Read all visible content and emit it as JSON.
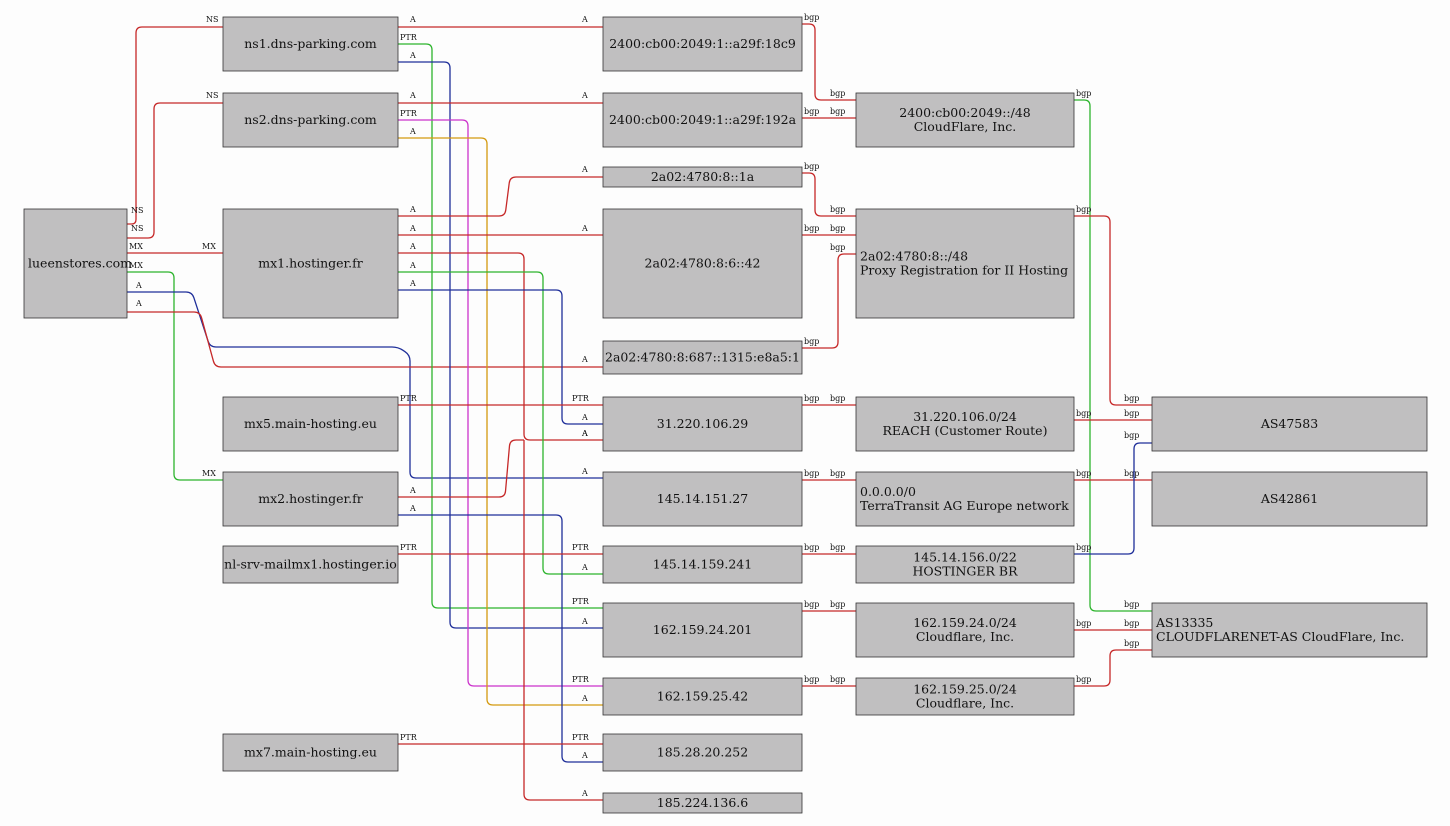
{
  "colors": {
    "red": "#c62828",
    "green": "#2db42d",
    "blue": "#1f2f9a",
    "magenta": "#cc33cc",
    "orange": "#d49a10",
    "node_fill": "#c0bfc0"
  },
  "nodes": {
    "lueenstores": {
      "lines": [
        "lueenstores.com"
      ]
    },
    "ns1": {
      "lines": [
        "ns1.dns-parking.com"
      ]
    },
    "ns2": {
      "lines": [
        "ns2.dns-parking.com"
      ]
    },
    "mx1": {
      "lines": [
        "mx1.hostinger.fr"
      ]
    },
    "mx5": {
      "lines": [
        "mx5.main-hosting.eu"
      ]
    },
    "mx2": {
      "lines": [
        "mx2.hostinger.fr"
      ]
    },
    "nlsrv": {
      "lines": [
        "nl-srv-mailmx1.hostinger.io"
      ]
    },
    "mx7": {
      "lines": [
        "mx7.main-hosting.eu"
      ]
    },
    "ip6a": {
      "lines": [
        "2400:cb00:2049:1::a29f:18c9"
      ]
    },
    "ip6b": {
      "lines": [
        "2400:cb00:2049:1::a29f:192a"
      ]
    },
    "ip6c": {
      "lines": [
        "2a02:4780:8::1a"
      ]
    },
    "ip6d": {
      "lines": [
        "2a02:4780:8:6::42"
      ]
    },
    "ip6e": {
      "lines": [
        "2a02:4780:8:687::1315:e8a5:1"
      ]
    },
    "ip4a": {
      "lines": [
        "31.220.106.29"
      ]
    },
    "ip4b": {
      "lines": [
        "145.14.151.27"
      ]
    },
    "ip4c": {
      "lines": [
        "145.14.159.241"
      ]
    },
    "ip4d": {
      "lines": [
        "162.159.24.201"
      ]
    },
    "ip4e": {
      "lines": [
        "162.159.25.42"
      ]
    },
    "ip4f": {
      "lines": [
        "185.28.20.252"
      ]
    },
    "ip4g": {
      "lines": [
        "185.224.136.6"
      ]
    },
    "pfx1": {
      "lines": [
        "2400:cb00:2049::/48",
        "CloudFlare, Inc."
      ]
    },
    "pfx2": {
      "lines": [
        "2a02:4780:8::/48",
        "Proxy Registration for II Hosting"
      ]
    },
    "pfx3": {
      "lines": [
        "31.220.106.0/24",
        "REACH (Customer Route)"
      ]
    },
    "pfx4": {
      "lines": [
        "0.0.0.0/0",
        "TerraTransit AG Europe network"
      ]
    },
    "pfx5": {
      "lines": [
        "145.14.156.0/22",
        "HOSTINGER BR"
      ]
    },
    "pfx6": {
      "lines": [
        "162.159.24.0/24",
        "Cloudflare, Inc."
      ]
    },
    "pfx7": {
      "lines": [
        "162.159.25.0/24",
        "Cloudflare, Inc."
      ]
    },
    "as1": {
      "lines": [
        "AS47583"
      ]
    },
    "as2": {
      "lines": [
        "AS42861"
      ]
    },
    "as3": {
      "lines": [
        "AS13335",
        "CLOUDFLARENET-AS CloudFlare, Inc."
      ]
    }
  },
  "edges": [
    {
      "from": "lueenstores",
      "to": "ns1",
      "type": "NS",
      "color": "red"
    },
    {
      "from": "lueenstores",
      "to": "ns2",
      "type": "NS",
      "color": "red"
    },
    {
      "from": "lueenstores",
      "to": "mx1",
      "type": "MX",
      "color": "red"
    },
    {
      "from": "lueenstores",
      "to": "mx2",
      "type": "MX",
      "color": "green"
    },
    {
      "from": "lueenstores",
      "to": "ip4b",
      "type": "A",
      "color": "blue"
    },
    {
      "from": "lueenstores",
      "to": "ip6e",
      "type": "A",
      "color": "red"
    },
    {
      "from": "ns1",
      "to": "ip6a",
      "type": "A",
      "color": "red"
    },
    {
      "from": "ns1",
      "to": "ip4d",
      "type": "PTR",
      "color": "green"
    },
    {
      "from": "ns1",
      "to": "ip4d",
      "type": "A",
      "color": "blue"
    },
    {
      "from": "ns2",
      "to": "ip6b",
      "type": "A",
      "color": "red"
    },
    {
      "from": "ns2",
      "to": "ip4e",
      "type": "PTR",
      "color": "magenta"
    },
    {
      "from": "ns2",
      "to": "ip4e",
      "type": "A",
      "color": "orange"
    },
    {
      "from": "mx1",
      "to": "ip6c",
      "type": "A",
      "color": "red"
    },
    {
      "from": "mx1",
      "to": "ip6d",
      "type": "A",
      "color": "red"
    },
    {
      "from": "mx1",
      "to": "ip4a",
      "type": "A",
      "color": "red"
    },
    {
      "from": "mx1",
      "to": "ip4c",
      "type": "A",
      "color": "green"
    },
    {
      "from": "mx1",
      "to": "ip4a",
      "type": "A",
      "color": "blue"
    },
    {
      "from": "mx5",
      "to": "ip4a",
      "type": "PTR",
      "color": "red"
    },
    {
      "from": "mx2",
      "to": "ip6e",
      "type": "A",
      "color": "red"
    },
    {
      "from": "mx2",
      "to": "ip4f",
      "type": "A",
      "color": "blue"
    },
    {
      "from": "nlsrv",
      "to": "ip4c",
      "type": "PTR",
      "color": "red"
    },
    {
      "from": "mx7",
      "to": "ip4f",
      "type": "PTR",
      "color": "red"
    },
    {
      "from": "mx1",
      "to": "ip4g",
      "type": "A",
      "color": "red"
    },
    {
      "from": "ip6a",
      "to": "pfx1",
      "type": "bgp",
      "color": "red"
    },
    {
      "from": "ip6b",
      "to": "pfx1",
      "type": "bgp",
      "color": "red"
    },
    {
      "from": "ip6c",
      "to": "pfx2",
      "type": "bgp",
      "color": "red"
    },
    {
      "from": "ip6d",
      "to": "pfx2",
      "type": "bgp",
      "color": "red"
    },
    {
      "from": "ip6e",
      "to": "pfx2",
      "type": "bgp",
      "color": "red"
    },
    {
      "from": "ip4a",
      "to": "pfx3",
      "type": "bgp",
      "color": "red"
    },
    {
      "from": "ip4b",
      "to": "pfx4",
      "type": "bgp",
      "color": "red"
    },
    {
      "from": "ip4c",
      "to": "pfx5",
      "type": "bgp",
      "color": "red"
    },
    {
      "from": "ip4d",
      "to": "pfx6",
      "type": "bgp",
      "color": "red"
    },
    {
      "from": "ip4e",
      "to": "pfx7",
      "type": "bgp",
      "color": "red"
    },
    {
      "from": "pfx1",
      "to": "as3",
      "type": "bgp",
      "color": "green"
    },
    {
      "from": "pfx2",
      "to": "as1",
      "type": "bgp",
      "color": "red"
    },
    {
      "from": "pfx3",
      "to": "as1",
      "type": "bgp",
      "color": "red"
    },
    {
      "from": "pfx4",
      "to": "as2",
      "type": "bgp",
      "color": "red"
    },
    {
      "from": "pfx5",
      "to": "as1",
      "type": "bgp",
      "color": "blue"
    },
    {
      "from": "pfx6",
      "to": "as3",
      "type": "bgp",
      "color": "red"
    },
    {
      "from": "pfx7",
      "to": "as3",
      "type": "bgp",
      "color": "red"
    }
  ]
}
